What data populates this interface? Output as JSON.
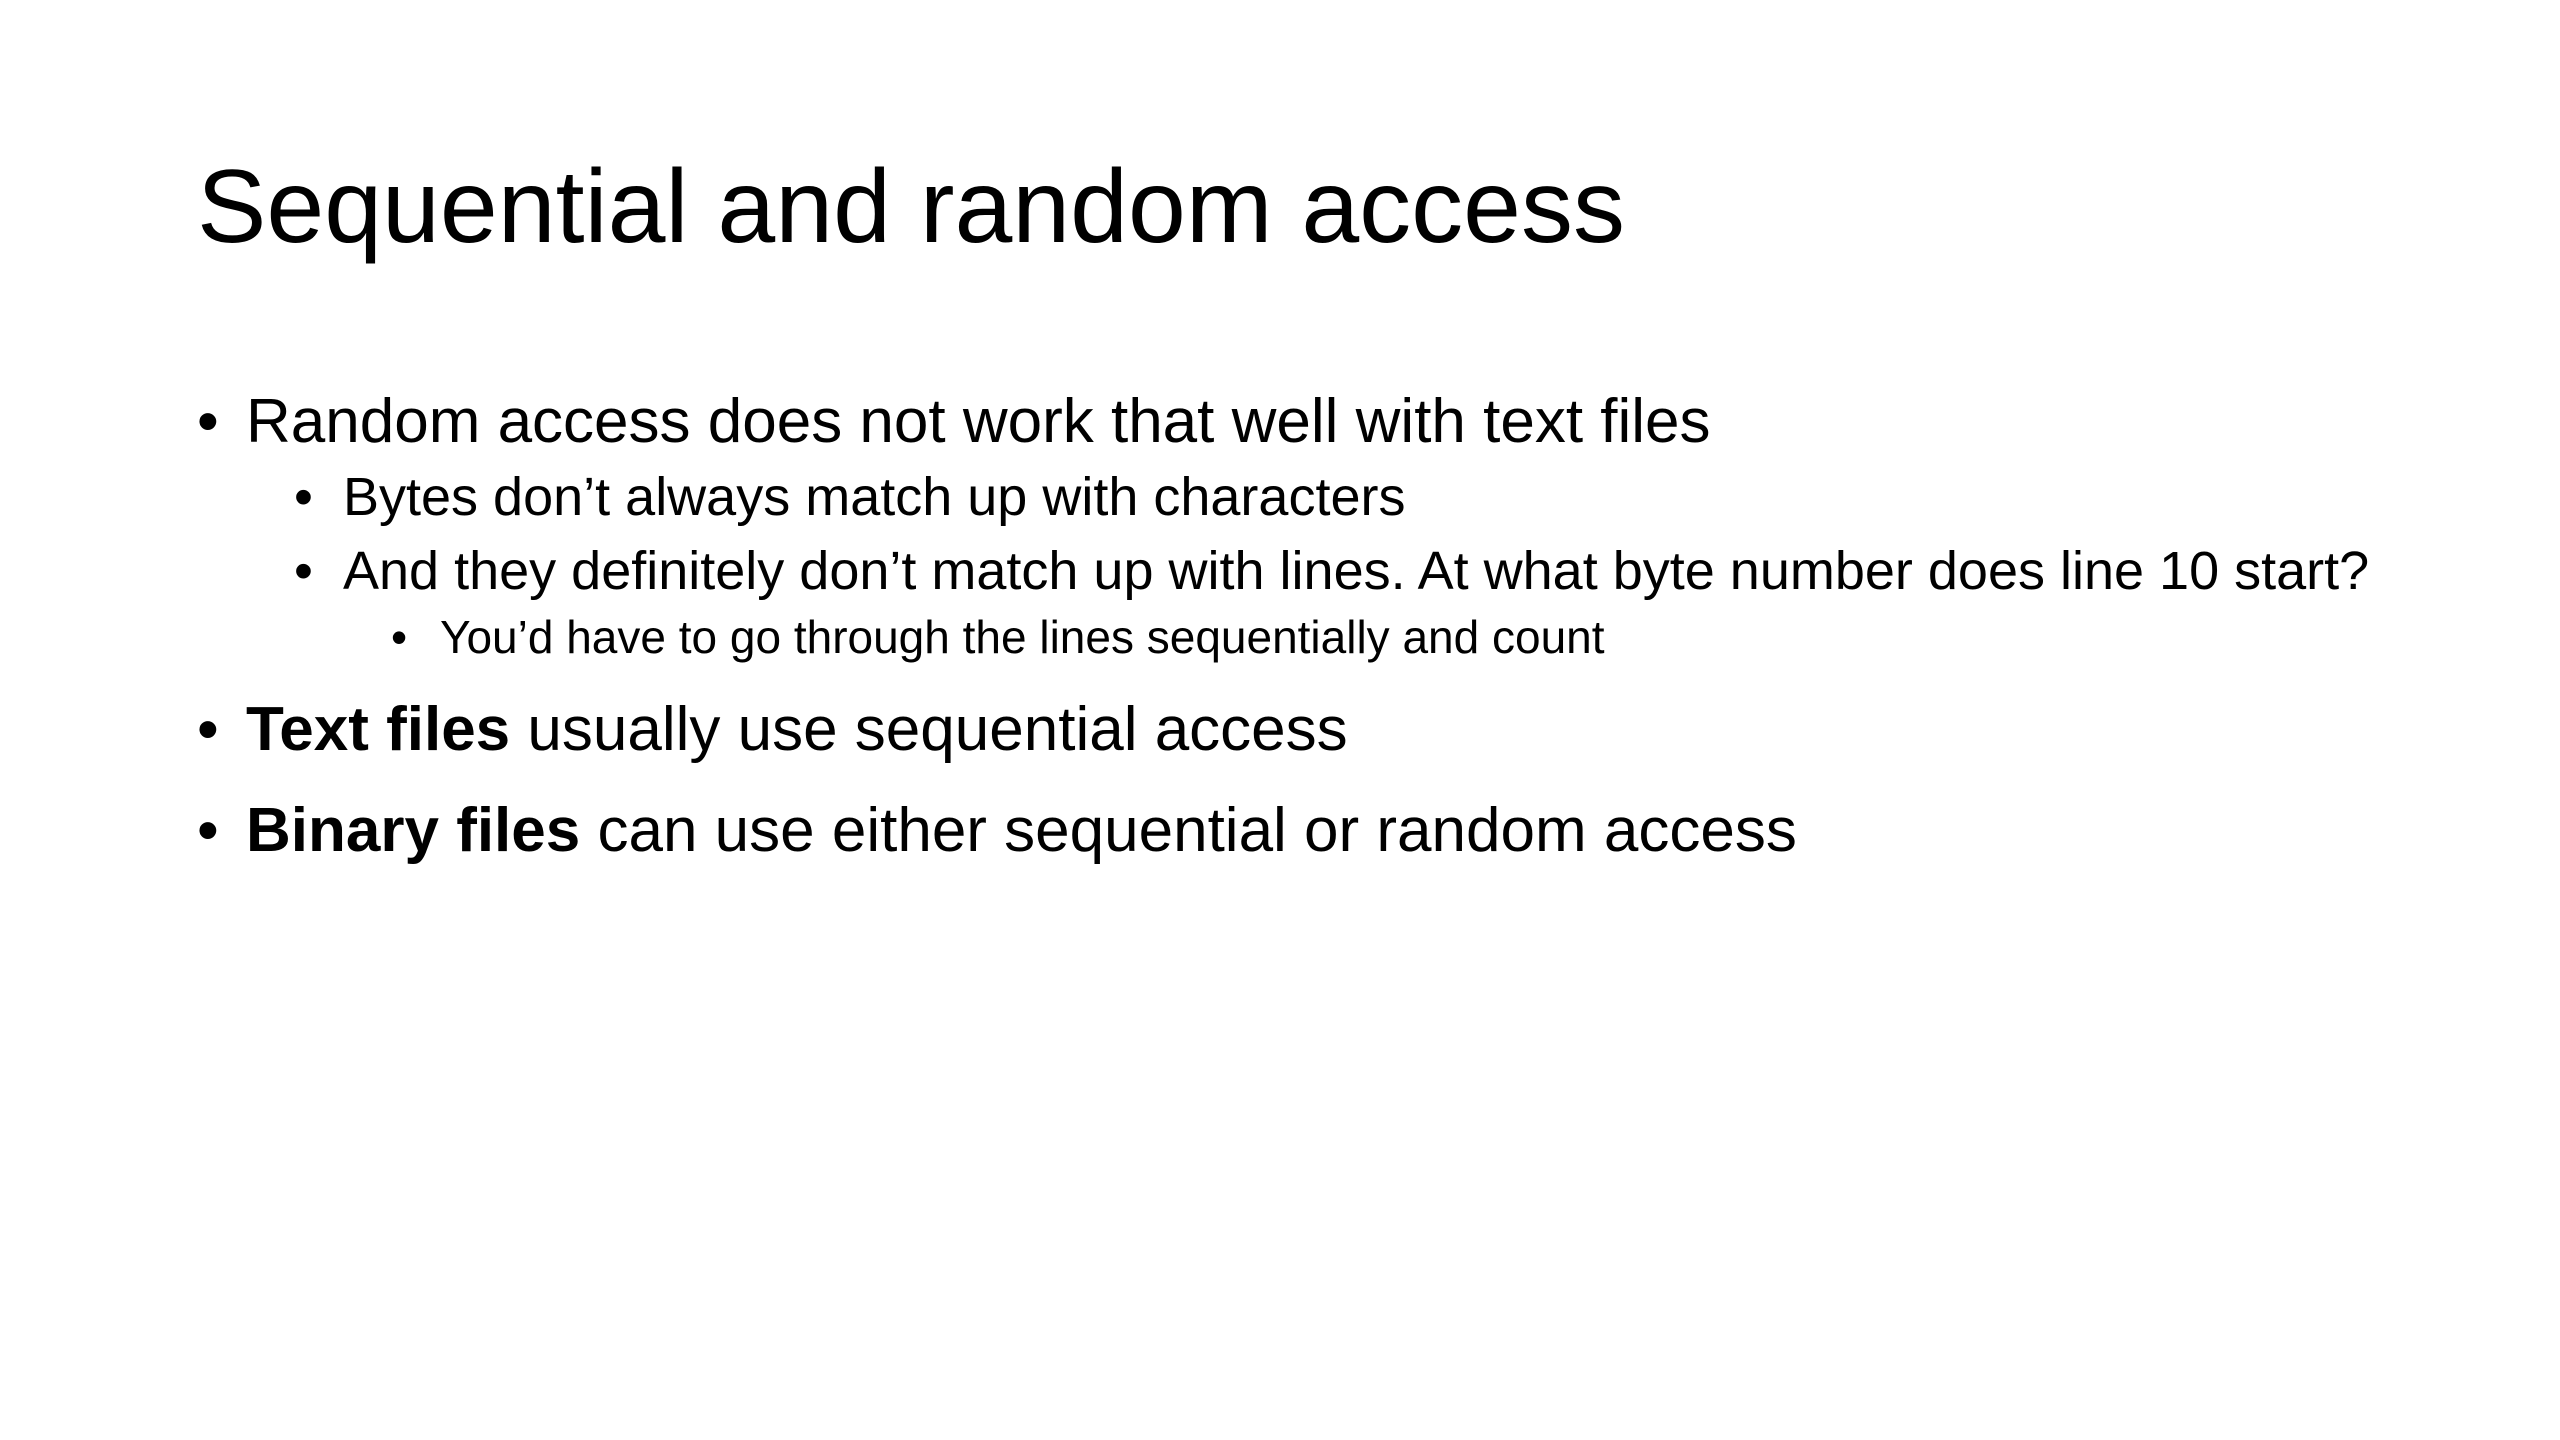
{
  "slide": {
    "title": "Sequential and random access",
    "bullet_char": "•",
    "bullets": [
      {
        "level": 1,
        "text": "Random access does not work that well with text files",
        "children": [
          {
            "level": 2,
            "text": "Bytes don’t always match up with characters"
          },
          {
            "level": 2,
            "text": "And they definitely don’t match up with lines.  At what byte number does line 10 start?",
            "children": [
              {
                "level": 3,
                "text": "You’d have to go through the lines sequentially and count"
              }
            ]
          }
        ]
      },
      {
        "level": 1,
        "bold": "Text files",
        "text": " usually use sequential access"
      },
      {
        "level": 1,
        "bold": "Binary files",
        "text": " can use either sequential or random access"
      }
    ]
  }
}
